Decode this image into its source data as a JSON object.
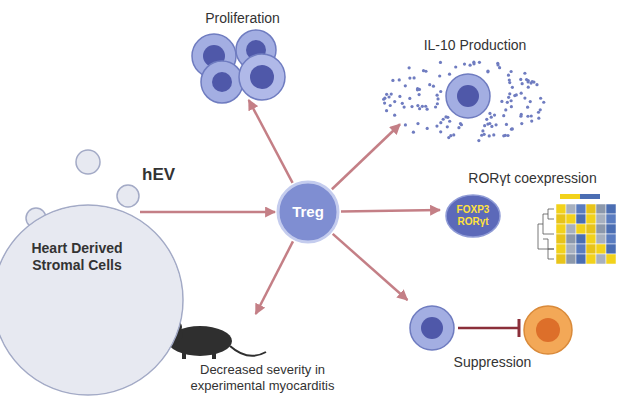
{
  "diagram": {
    "nodes": [
      {
        "text": [
          "Heart Derived Stromal Cells"
        ]
      },
      {
        "text": [
          "Treg"
        ]
      },
      {
        "text": [
          "Proliferation"
        ]
      },
      {
        "text": [
          "IL-10 Production"
        ]
      },
      {
        "text": [
          "RORγt coexpression"
        ]
      },
      {
        "text": [
          "FOXP3 RORγt"
        ],
        "in": 4
      },
      {
        "text": [
          "Suppression"
        ]
      },
      {
        "text": [
          "Decreased severity in experimental myocarditis"
        ]
      }
    ],
    "edges": [
      {
        "from": 0,
        "to": 1,
        "arrow": "to"
      },
      {
        "from": 1,
        "to": 2,
        "arrow": "to"
      },
      {
        "from": 1,
        "to": 3,
        "arrow": "to"
      },
      {
        "from": 1,
        "to": 4,
        "arrow": "to"
      },
      {
        "from": 1,
        "to": 6,
        "arrow": "to"
      },
      {
        "from": 1,
        "to": 7,
        "arrow": "to"
      }
    ],
    "labels": [
      "hEV"
    ]
  }
}
